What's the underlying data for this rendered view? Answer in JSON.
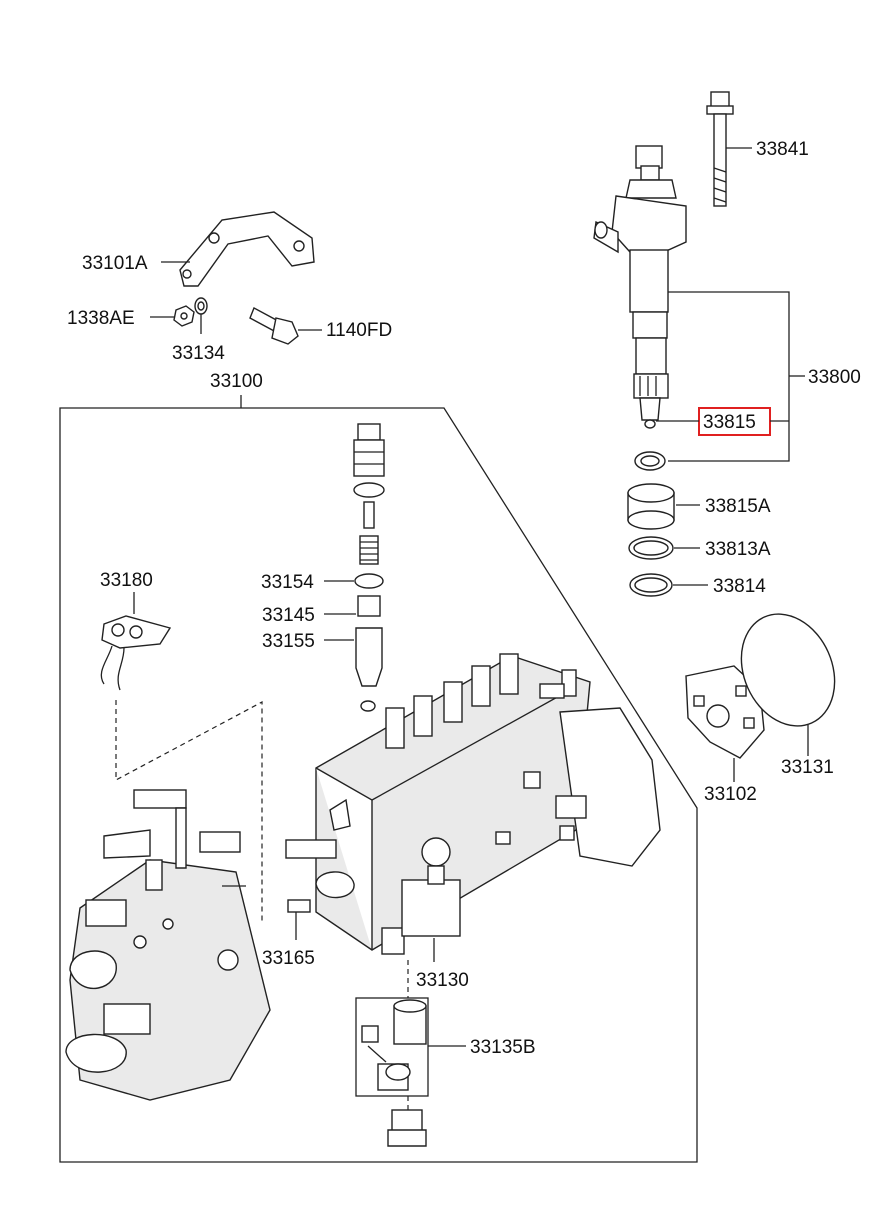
{
  "labels": {
    "p33841": "33841",
    "p33101A": "33101A",
    "p1338AE": "1338AE",
    "p33134": "33134",
    "p1140FD": "1140FD",
    "p33100": "33100",
    "p33800": "33800",
    "p33815": "33815",
    "p33815A": "33815A",
    "p33813A": "33813A",
    "p33814": "33814",
    "p33180": "33180",
    "p33154": "33154",
    "p33145": "33145",
    "p33155": "33155",
    "p33131": "33131",
    "p33102": "33102",
    "p33165": "33165",
    "p33130": "33130",
    "p33135B": "33135B"
  },
  "highlight": {
    "part": "33815",
    "color": "#e02020"
  }
}
